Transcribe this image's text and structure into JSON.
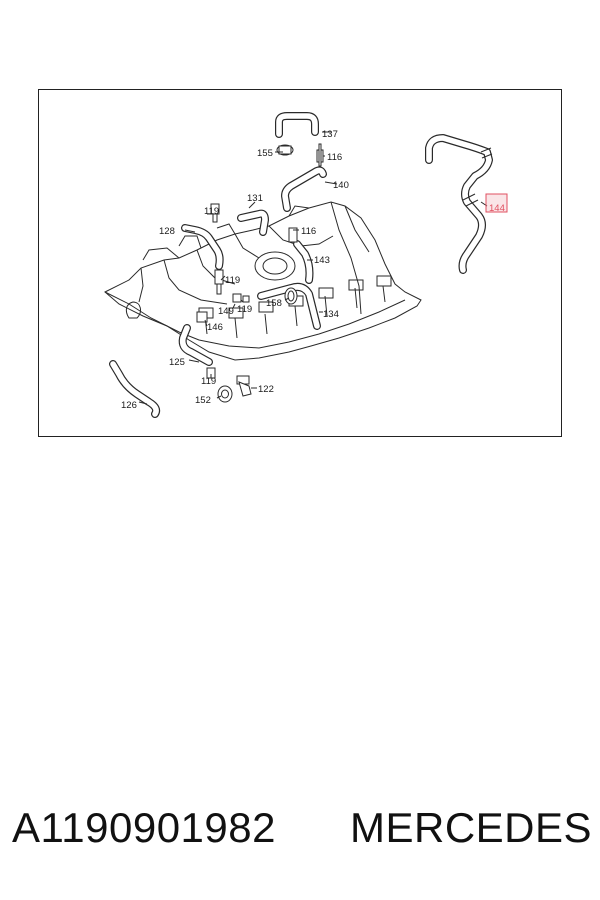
{
  "diagram": {
    "part_labels": [
      "137",
      "155",
      "116",
      "140",
      "144",
      "131",
      "119",
      "128",
      "116",
      "143",
      "119",
      "158",
      "149",
      "119",
      "146",
      "134",
      "125",
      "119",
      "122",
      "152",
      "126"
    ],
    "highlight_label": "144",
    "highlight_color": "#e05060"
  },
  "caption": {
    "part_number": "A1190901982",
    "brand": "MERCEDES"
  }
}
